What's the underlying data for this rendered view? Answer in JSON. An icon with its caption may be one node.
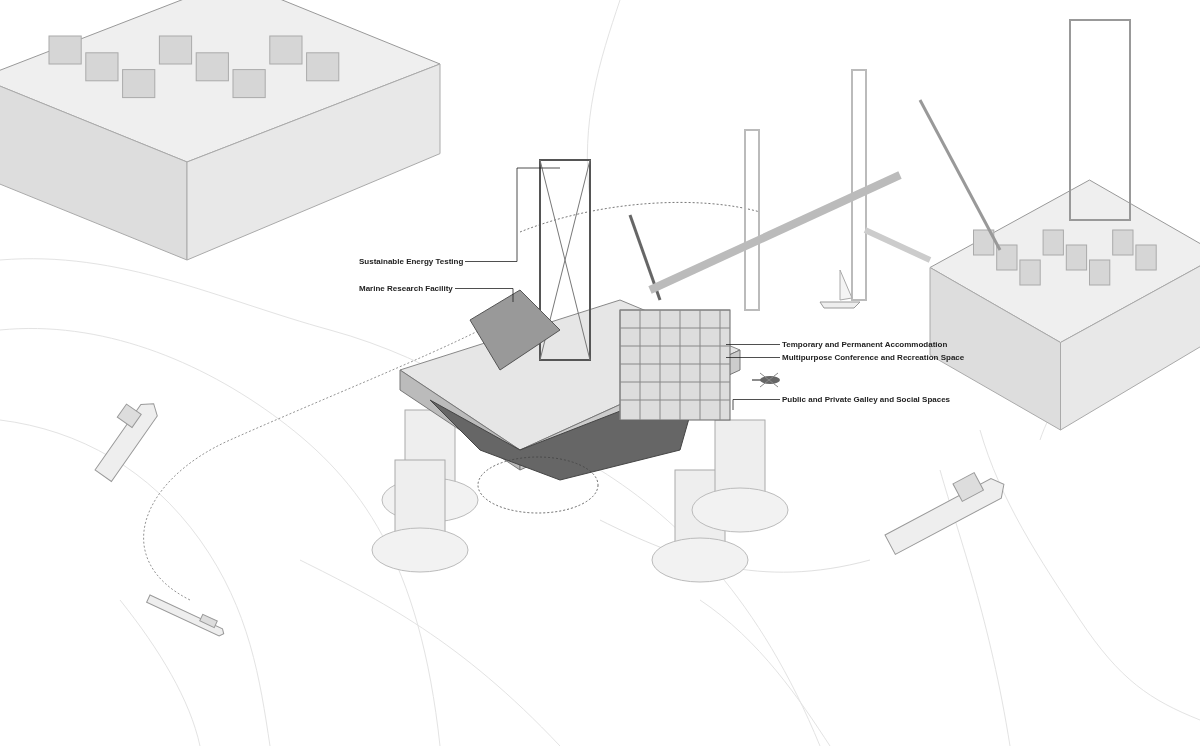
{
  "diagram": {
    "nodes": [
      {
        "text": [
          "Sustainable Energy Testing"
        ]
      },
      {
        "text": [
          "Marine Research Facility"
        ]
      },
      {
        "text": [
          "Temporary and Permanent Accommodation"
        ]
      },
      {
        "text": [
          "Multipurpose Conference and Recreation Space"
        ]
      },
      {
        "text": [
          "Public and Private Galley and Social Spaces"
        ]
      }
    ],
    "edges": [
      {
        "from": 0,
        "to": null,
        "arrow": "none"
      },
      {
        "from": 1,
        "to": null,
        "arrow": "none"
      },
      {
        "from": 2,
        "to": null,
        "arrow": "none"
      },
      {
        "from": 3,
        "to": null,
        "arrow": "none"
      },
      {
        "from": 4,
        "to": null,
        "arrow": "none"
      }
    ]
  }
}
